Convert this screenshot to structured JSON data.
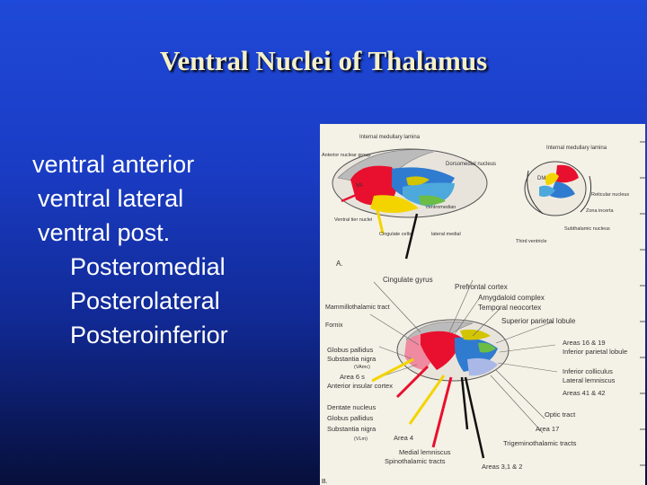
{
  "slide": {
    "title": "Ventral Nuclei of Thalamus",
    "bullets": [
      "ventral anterior",
      "ventral lateral",
      "ventral post.",
      "Posteromedial",
      "Posterolateral",
      "Posteroinferior"
    ]
  },
  "figure": {
    "labels": {
      "internal_medullary_lamina_top": "Internal medullary lamina",
      "internal_medullary_lamina_right": "Internal medullary lamina",
      "anterior_nuclear_group": "Anterior nuclear group",
      "dorsomedial_nucleus": "Dorsomedial nucleus",
      "va": "VA",
      "ventral_tier_nuclei": "Ventral tier nuclei",
      "centromedian": "centromedian",
      "cingulate_cells": "Cingulate cells",
      "lateral_medial": "lateral medial",
      "dm": "DM",
      "reticular_nucleus": "Reticular nucleus",
      "zona_incerta": "Zona incerta",
      "subthalamic_nucleus": "Subthalamic nucleus",
      "third_ventricle": "Third ventricle",
      "panel_a": "A.",
      "cingulate_gyrus": "Cingulate gyrus",
      "prefrontal_cortex": "Prefrontal cortex",
      "amygdaloid_complex": "Amygdaloid complex",
      "temporal_neocortex": "Temporal neocortex",
      "mammillothalamic_tract": "Mammillothalamic tract",
      "fornix": "Fornix",
      "superior_parietal_lobule": "Superior parietal lobule",
      "globus_pallidus": "Globus pallidus",
      "substantia_nigra": "Substantia nigra",
      "vamc": "(VAmc)",
      "areas_16_19": "Areas 16 & 19",
      "inferior_parietal_lobule": "Inferior parietal lobule",
      "area_6": "Area 6 s",
      "anterior_insular_cortex": "Anterior insular cortex",
      "inferior_colliculus": "Inferior colliculus",
      "lateral_lemniscus": "Lateral lemniscus",
      "areas_41_42": "Areas 41 & 42",
      "dentate_nucleus": "Dentate nucleus",
      "globus_pallidus_2": "Globus pallidus",
      "substantia_nigra_2": "Substantia nigra",
      "vlm": "(VLm)",
      "optic_tract": "Optic tract",
      "area_17": "Area 17",
      "area_4": "Area 4",
      "trigeminothalamic_tracts": "Trigeminothalamic tracts",
      "medial_lemniscus": "Medial lemniscus",
      "spinothalamic_tracts": "Spinothalamic tracts",
      "areas_3_1_2": "Areas 3,1 & 2",
      "panel_b": "B."
    }
  }
}
